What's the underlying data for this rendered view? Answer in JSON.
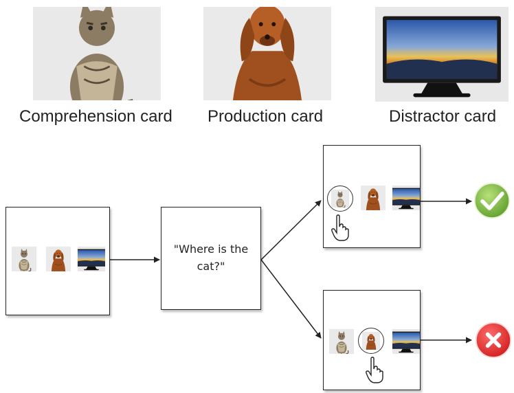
{
  "cards": {
    "comprehension": {
      "caption": "Comprehension card",
      "icon": "cat-photo-icon"
    },
    "production": {
      "caption": "Production card",
      "icon": "dog-photo-icon"
    },
    "distractor": {
      "caption": "Distractor card",
      "icon": "monitor-photo-icon"
    }
  },
  "flow": {
    "prompt_text": "\"Where is the cat?\"",
    "outcome_correct_icon": "checkmark-icon",
    "outcome_incorrect_icon": "x-mark-icon",
    "colors": {
      "correct": "#7cc242",
      "incorrect": "#e53030",
      "line": "#222222"
    }
  }
}
